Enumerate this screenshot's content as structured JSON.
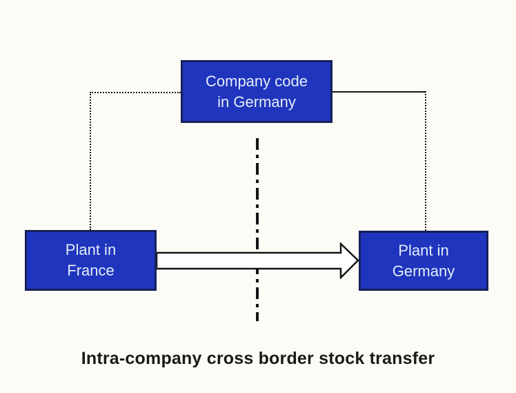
{
  "diagram": {
    "title": "Intra-company cross border stock transfer",
    "nodes": {
      "company_code": {
        "line1": "Company code",
        "line2": "in Germany"
      },
      "plant_france": {
        "line1": "Plant in",
        "line2": "France"
      },
      "plant_germany": {
        "line1": "Plant in",
        "line2": "Germany"
      }
    },
    "connectors": {
      "left_style": "dotted",
      "right_style": "solid-then-dotted",
      "center_border_style": "dash-dot"
    },
    "colors": {
      "box_fill": "#1f35bd",
      "box_border": "#15205a",
      "box_text": "#e4edf9",
      "line": "#141414",
      "background": "#fcfbf5",
      "title_color": "#1a1a1a"
    }
  }
}
